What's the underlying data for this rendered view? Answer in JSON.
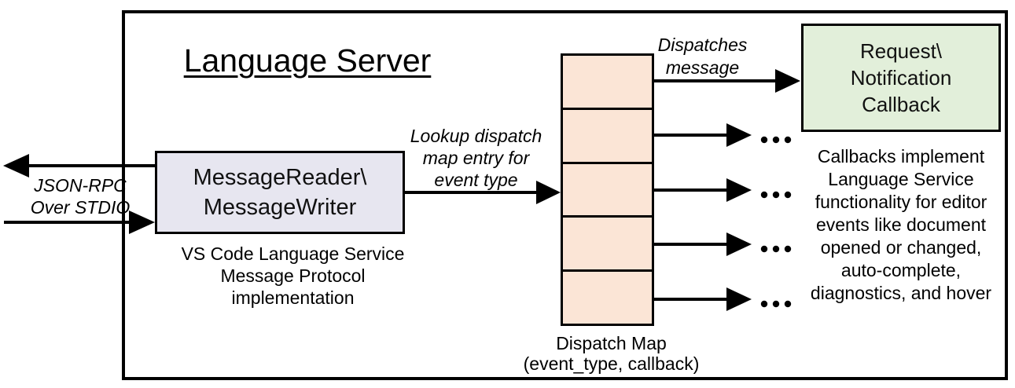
{
  "title": "Language Server",
  "colors": {
    "lavender": "#e7e6f0",
    "peach": "#fbe5d6",
    "green": "#e2efda",
    "line": "#000000"
  },
  "io_label": [
    "JSON-RPC",
    "Over STDIO"
  ],
  "message_box": {
    "lines": [
      "MessageReader\\",
      "MessageWriter"
    ],
    "caption": [
      "VS Code Language Service",
      "Message Protocol implementation"
    ]
  },
  "lookup_label": [
    "Lookup dispatch",
    "map entry for",
    "event type"
  ],
  "dispatches_label": [
    "Dispatches",
    "message"
  ],
  "callback_box": {
    "lines": [
      "Request\\",
      "Notification",
      "Callback"
    ]
  },
  "dispatch_map": {
    "cell_count": 5,
    "caption": [
      "Dispatch Map",
      "(event_type, callback)"
    ]
  },
  "callbacks_note": [
    "Callbacks implement",
    "Language Service",
    "functionality for editor",
    "events like document",
    "opened or changed,",
    "auto-complete,",
    "diagnostics, and hover"
  ],
  "icons": {
    "ellipsis": "..."
  }
}
